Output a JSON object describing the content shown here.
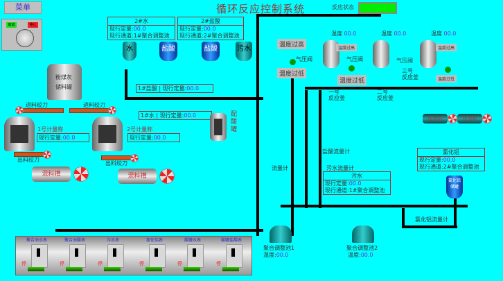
{
  "header": {
    "menu_label": "菜单",
    "title": "循环反应控制系统",
    "reaction_state_label": "反应状态",
    "reaction_state_color": "#00ee00"
  },
  "control_panel": {
    "start_label": "启动",
    "stop_label": "停止",
    "start_color": "#22dd22",
    "stop_color": "#ee2222"
  },
  "acid_tanks": [
    {
      "label": "水",
      "kind": "teal"
    },
    {
      "label": "盐酸",
      "kind": "blue"
    },
    {
      "label": "盐酸",
      "kind": "blue"
    },
    {
      "label": "污水",
      "kind": "teal"
    }
  ],
  "info_boxes": {
    "water2": {
      "title": "2#水",
      "qty_label": "现行定量:",
      "qty": "00.0",
      "channel_label": "现行通道:",
      "channel": "1#聚合调整池"
    },
    "acid2": {
      "title": "2#盐酸",
      "qty_label": "现行定量:",
      "qty": "00.0",
      "channel_label": "现行通道:",
      "channel": "2#聚合调整池"
    },
    "acid1": {
      "title": "1#盐酸",
      "qty_label": "现行定量:",
      "qty": "00.0"
    },
    "water1": {
      "title": "1#水",
      "qty_label": "现行定量:",
      "qty": "00.0"
    },
    "sewage": {
      "title": "污水",
      "qty_label": "现行定量:",
      "qty": "00.0",
      "channel_label": "现行通道:",
      "channel": "1#聚合调整池"
    },
    "alcl": {
      "title": "氯化铝",
      "qty_label": "现行定量:",
      "qty": "00.0",
      "channel_label": "现行通道:",
      "channel": "2#聚合调整池"
    },
    "scale1": {
      "qty_label": "现行定量:",
      "qty": "00.0"
    },
    "scale2": {
      "qty_label": "现行定量:",
      "qty": "00.0"
    }
  },
  "labels": {
    "ash_tank_line1": "粉煤灰",
    "ash_tank_line2": "储料罐",
    "feed_auger": "进料绞刀",
    "discharge_auger": "出料绞刀",
    "scale1": "1号计量称",
    "scale2": "2号计量称",
    "mixer": "混料槽",
    "acid_tank": "配酸罐",
    "flow_meter": "流量计",
    "acid_flow_meter": "盐酸流量计",
    "sewage_flow_meter": "污水流量计",
    "alcl_flow_meter": "氯化铝流量计",
    "alcl_tank_line1": "氯化铝",
    "alcl_tank_line2": "储罐",
    "pool1": "聚合调整池1",
    "pool2": "聚合调整池2",
    "temp_label": "温度:",
    "pool1_temp": "00.0",
    "pool2_temp": "00.0",
    "press_machine": "压滤机"
  },
  "reactors": [
    {
      "name_line1": "一号",
      "name_line2": "反应釜",
      "temp_label": "温度",
      "temp": "00.0",
      "valve_label": "气压阀",
      "high_label": "温度过高",
      "low_label": "温度过低"
    },
    {
      "name_line1": "二号",
      "name_line2": "反应釜",
      "temp_label": "温度",
      "temp": "00.0",
      "valve_label": "气压阀",
      "high_label": "温度过高",
      "low_label": "温度过低"
    },
    {
      "name_line1": "三号",
      "name_line2": "反应釜",
      "temp_label": "温度",
      "temp": "00.0",
      "valve_label": "气压阀",
      "high_label": "温度过高",
      "low_label": "温度过低"
    }
  ],
  "switches": [
    {
      "name": "聚合池水表",
      "state": "停"
    },
    {
      "name": "聚合池酸表",
      "state": "停"
    },
    {
      "name": "污水表",
      "state": "停"
    },
    {
      "name": "氯化铝表",
      "state": "停"
    },
    {
      "name": "酸罐水表",
      "state": "停"
    },
    {
      "name": "酸罐盐酸表",
      "state": "停"
    }
  ]
}
